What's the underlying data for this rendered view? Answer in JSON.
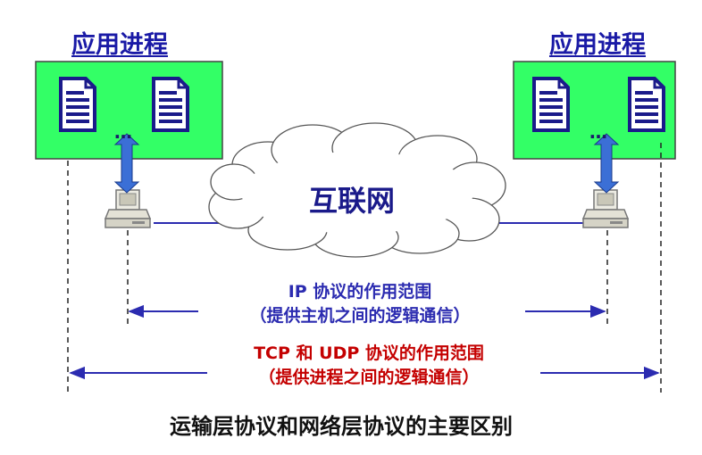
{
  "left_host": {
    "label": "应用进程",
    "ellipsis": "…"
  },
  "right_host": {
    "label": "应用进程",
    "ellipsis": "…"
  },
  "cloud": {
    "label": "互联网"
  },
  "ip_scope": {
    "line1": "IP 协议的作用范围",
    "line2": "（提供主机之间的逻辑通信）"
  },
  "tcp_scope": {
    "line1": "TCP 和 UDP 协议的作用范围",
    "line2": "（提供进程之间的逻辑通信）"
  },
  "caption": "运输层协议和网络层协议的主要区别",
  "colors": {
    "process_box": "#33ff66",
    "process_text": "#1a1aa6",
    "ip_text": "#2b2bb0",
    "tcp_text": "#c40000",
    "arrow": "#3b6fd6",
    "network_line": "#2b2bb0"
  }
}
